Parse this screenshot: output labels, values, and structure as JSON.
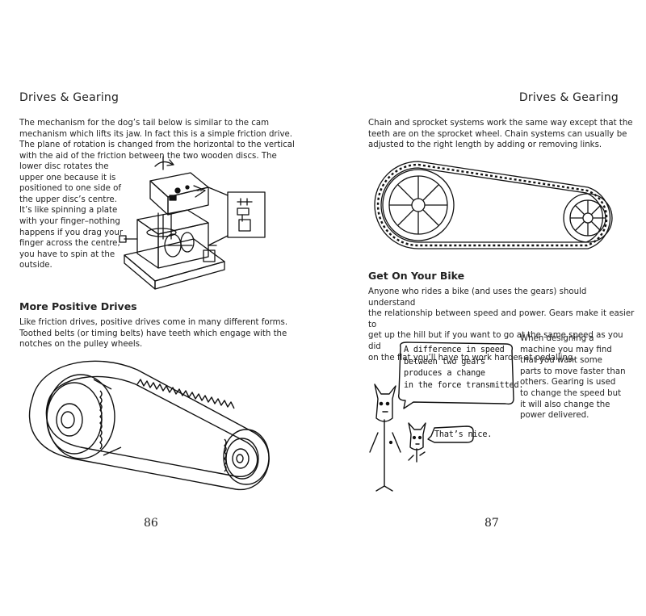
{
  "left_page": {
    "running_head": "Drives & Gearing",
    "intro_lines": [
      "The mechanism for the dog’s tail below is similar to the cam",
      "mechanism which lifts its jaw. In fact this is a simple friction drive.",
      "The plane of rotation is changed from the horizontal to the vertical",
      "with the aid of the friction between the two wooden discs. The"
    ],
    "wrap_lines": [
      "lower disc rotates the",
      "upper one because it is",
      "positioned to one side of",
      "the upper disc’s centre.",
      "It’s like spinning a plate",
      "with your finger–nothing",
      "happens if you drag your",
      "finger across the centre,",
      "you have to spin at the",
      "outside."
    ],
    "section_title": "More Positive Drives",
    "section_lines": [
      "Like friction drives, positive drives come in many different forms.",
      "Toothed belts (or timing belts) have teeth which engage with the",
      "notches on the pulley wheels."
    ],
    "page_number": "86"
  },
  "right_page": {
    "running_head": "Drives & Gearing",
    "chain_lines": [
      "Chain and sprocket systems work the same way except that the",
      "teeth are on the sprocket wheel. Chain systems can usually be",
      "adjusted to the right length by adding or removing links."
    ],
    "section_title": "Get On Your Bike",
    "bike_lines": [
      "Anyone who rides a bike (and uses the gears) should understand",
      "the relationship between speed and power. Gears make it easier to",
      "get up the hill but if you want to go at the same speed as you did",
      "on the flat you’ll have to work harder at pedalling."
    ],
    "side_lines": [
      "When designing a",
      "machine you may find",
      "that you want some",
      "parts to move faster than",
      "others. Gearing is used",
      "to change the speed but",
      "it will also change the",
      "power delivered."
    ],
    "bubble_large_lines": [
      "A difference in speed",
      "between two gears",
      "produces a change",
      "in the force transmitted."
    ],
    "bubble_small": "That’s nice.",
    "page_number": "87"
  }
}
